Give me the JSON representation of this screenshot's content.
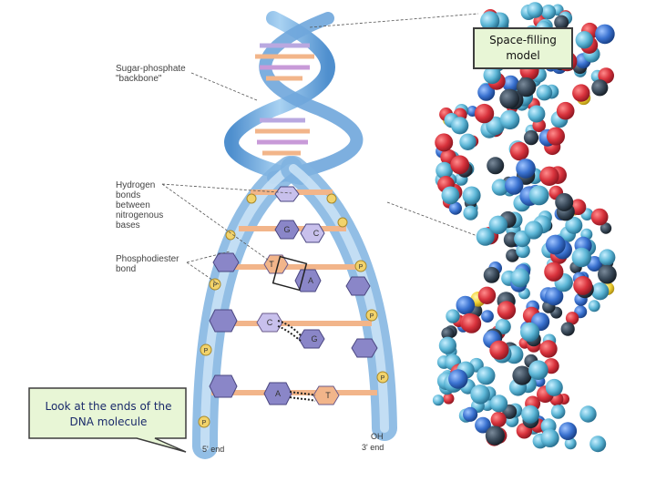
{
  "labels": {
    "sugar_phosphate": "Sugar-phosphate\n\"backbone\"",
    "hydrogen_bonds": "Hydrogen\nbonds\nbetween\nnitrogenous\nbases",
    "phosphodiester": "Phosphodiester\nbond"
  },
  "callouts": {
    "space_filling": "Space-filling\nmodel",
    "look_at_ends": "Look at the ends of the\nDNA molecule"
  },
  "ends": {
    "five_prime": "5' end",
    "three_prime": "3' end",
    "oh": "OH"
  },
  "bases": {
    "t1": "T",
    "a1": "A",
    "c1": "C",
    "g1": "G",
    "a2": "A",
    "t2": "T",
    "g2": "G",
    "c2": "C",
    "p": "P"
  },
  "colors": {
    "backbone_blue": "#7fb3e0",
    "phosphate_yellow": "#f2d36b",
    "base_purple": "#8a86c8",
    "base_peach": "#f2b58a",
    "callout_fill": "#e8f6d6",
    "atom_red": "#d8323c",
    "atom_cyan": "#5cb6d6",
    "atom_yellow": "#f2d234",
    "atom_dark": "#2a3a4a"
  }
}
